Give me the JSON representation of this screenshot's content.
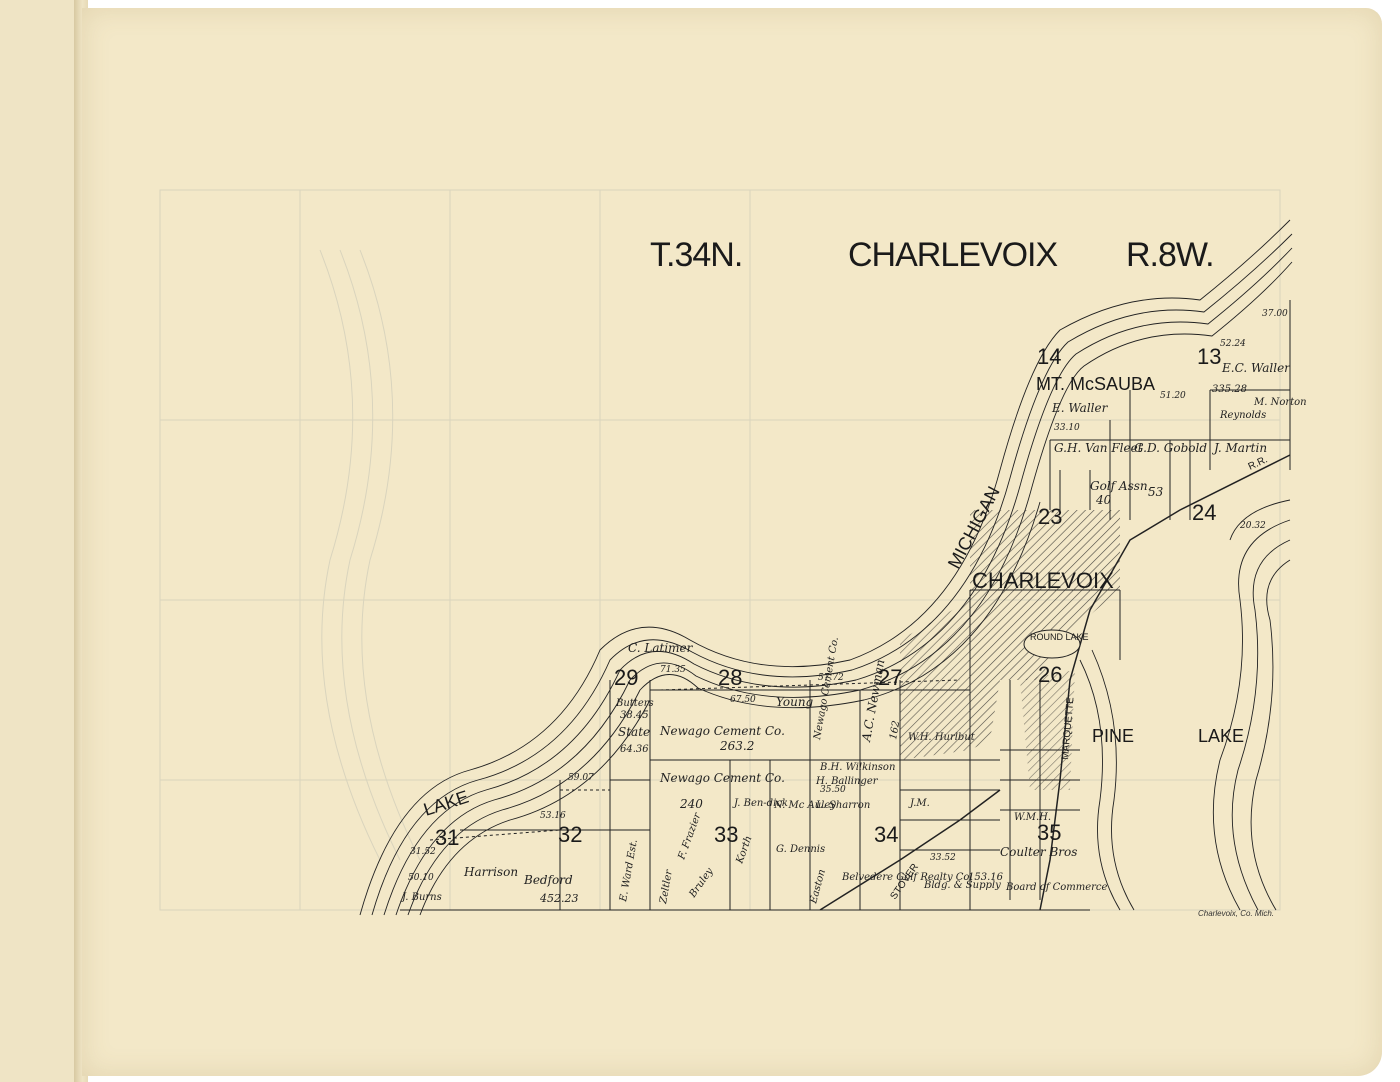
{
  "map": {
    "township": "T.34N.",
    "name": "CHARLEVOIX",
    "range": "R.8W.",
    "imprint": "Charlevoix, Co. Mich.",
    "labels": {
      "city": "CHARLEVOIX",
      "mt": "MT. McSAUBA",
      "lake_michigan": "MICHIGAN",
      "lake": "LAKE",
      "pine": "PINE",
      "pine_lake": "LAKE",
      "round_lake": "ROUND LAKE",
      "marquette": "MARQUETTE",
      "stover": "STOVER",
      "rr": "R.R."
    },
    "sections": [
      {
        "id": "s14",
        "num": "14"
      },
      {
        "id": "s13",
        "num": "13"
      },
      {
        "id": "s23",
        "num": "23"
      },
      {
        "id": "s24",
        "num": "24"
      },
      {
        "id": "s29",
        "num": "29"
      },
      {
        "id": "s28",
        "num": "28"
      },
      {
        "id": "s27",
        "num": "27"
      },
      {
        "id": "s26",
        "num": "26"
      },
      {
        "id": "s31",
        "num": "31"
      },
      {
        "id": "s32",
        "num": "32"
      },
      {
        "id": "s33",
        "num": "33"
      },
      {
        "id": "s34",
        "num": "34"
      },
      {
        "id": "s35",
        "num": "35"
      }
    ],
    "owners": {
      "ec_waller": "E.C. Waller",
      "ec_waller_acres": "335.28",
      "e_waller": "E. Waller",
      "gh_van_fleet": "G.H. Van Fleet",
      "golf_assn": "Golf Assn.",
      "golf_assn_acres": "40",
      "gd_gobold": "G.D. Gobold",
      "gd_acres": "53",
      "j_martin": "J. Martin",
      "reynolds": "Reynolds",
      "m_norton": "M. Norton",
      "c_latimer": "C. Latimer",
      "butters": "Butters",
      "butters_acres": "38.45",
      "state": "State",
      "state_acres": "64.36",
      "newago_1": "Newago Cement Co.",
      "newago_1_acres": "263.2",
      "newago_2": "Newago Cement Co.",
      "newago_2_acres": "240",
      "newago_3": "Newago Cement Co.",
      "young": "Young",
      "ac_newman": "A.C. Newman",
      "ac_newman_acres": "162",
      "wh_hurlbut": "W.H. Hurlbut",
      "bh_wilkinson": "B.H. Wilkinson",
      "ballinger": "H. Ballinger",
      "l_sharron": "L. Sharron",
      "j_bendick": "J. Ben-dick",
      "n_mcauley": "N. Mc Auley",
      "g_dennis": "G. Dennis",
      "f_frazier": "F. Frazier",
      "bruley": "Bruley",
      "korth": "Korth",
      "zeltler": "Zeltler",
      "e_ward": "E. Ward Est.",
      "harrison": "Harrison",
      "bedford": "Bedford",
      "bedford_acres": "452.23",
      "j_burns": "J. Burns",
      "easton": "Easton",
      "belvedere": "Belvedere Golf Realty Co.",
      "bldg_supply": "Bldg. & Supply",
      "coulter": "Coulter Bros",
      "coulter_acres": "153.16",
      "board_commerce": "Board of Commerce",
      "jm": "J.M.",
      "wmh": "W.M.H."
    },
    "acreages": {
      "a1": "37.00",
      "a2": "52.24",
      "a3": "51.20",
      "a4": "20.32",
      "a5": "71.35",
      "a6": "67.50",
      "a7": "59.07",
      "a8": "53.16",
      "a9": "31.52",
      "a10": "50.10",
      "a11": "35.50",
      "a12": "33.52",
      "a13": "57.72",
      "a14": "33.10"
    }
  },
  "colors": {
    "paper": "#f3e8c8",
    "ink": "#1a1a1a",
    "ghost": "#c8c6b4"
  }
}
